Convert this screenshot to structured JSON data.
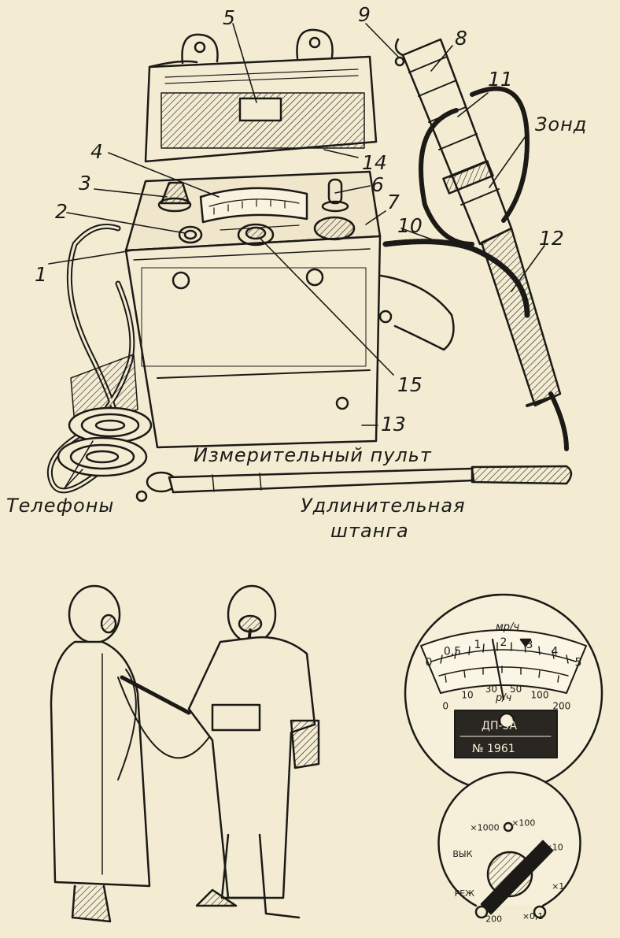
{
  "labels": {
    "n1": "1",
    "n2": "2",
    "n3": "3",
    "n4": "4",
    "n5": "5",
    "n6": "6",
    "n7": "7",
    "n8": "8",
    "n9": "9",
    "n10": "10",
    "n11": "11",
    "n12": "12",
    "n13": "13",
    "n14": "14",
    "n15": "15",
    "zond": "Зонд",
    "pult": "Измерительный пульт",
    "telefony": "Телефоны",
    "shtanga_1": "Удлинительная",
    "shtanga_2": "штанга"
  },
  "gauge": {
    "unit_top": "мр/ч",
    "unit_bottom": "р/ч",
    "top_scale": [
      "0",
      "0,5",
      "1",
      "2",
      "3",
      "4",
      "5"
    ],
    "bottom_scale": [
      "0",
      "10",
      "30",
      "50",
      "100",
      "200"
    ],
    "plate_line1": "ДП-5А",
    "plate_line2": "№ 1961"
  },
  "selector": {
    "positions": [
      "×1000",
      "×100",
      "×10",
      "×1",
      "×0,1",
      "200",
      "РЕЖ",
      "ВЫК"
    ]
  },
  "colors": {
    "paper": "#f3ecd3",
    "ink": "#1c1a16"
  }
}
